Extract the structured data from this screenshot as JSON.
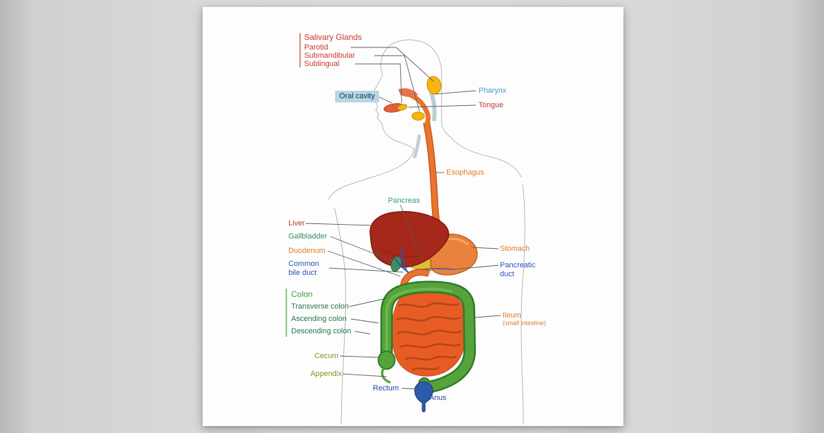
{
  "poster": {
    "labels": {
      "salivary_glands": {
        "title": "Salivary Glands",
        "items": [
          "Parotid",
          "Submandibular",
          "Sublingual"
        ]
      },
      "oral_cavity": "Oral cavity",
      "pharynx": "Pharynx",
      "tongue": "Tongue",
      "esophagus": "Esophagus",
      "pancreas": "Pancreas",
      "liver": "Liver",
      "gallbladder": "Gallbladder",
      "duodenum": "Duodenum",
      "common_bile_duct": "Common bile duct",
      "stomach": "Stomach",
      "pancreatic_duct": "Pancreatic duct",
      "colon": {
        "title": "Colon",
        "items": [
          "Transverse colon",
          "Ascending colon",
          "Descending colon"
        ]
      },
      "ileum": "Ileum",
      "ileum_note": "(small intestine)",
      "cecum": "Cecum",
      "appendix": "Appendix",
      "rectum": "Rectum",
      "anus": "Anus"
    },
    "colors": {
      "red_label": "#c8372d",
      "pharynx_blue": "#3f9fc4",
      "orange_label": "#e07b2a",
      "pancreas_teal": "#2f9e8f",
      "liver_red": "#b0372a",
      "gallbladder_green": "#2f8f63",
      "duct_blue": "#2a52be",
      "colon_green": "#3a9a3a",
      "colon_item_green": "#267347",
      "olive_label": "#8f8d1f",
      "navy_label": "#26449c",
      "oral_cavity_bg": "#b5d7e8",
      "esophagus_fill": "#e8742f",
      "liver_fill": "#a5281b",
      "stomach_fill": "#e8823c",
      "pancreas_fill": "#dcc133",
      "small_intestine_fill": "#e65c24",
      "colon_fill": "#56a33c",
      "salivary_fill": "#f6b40e",
      "rectum_fill": "#2a5caa"
    }
  }
}
